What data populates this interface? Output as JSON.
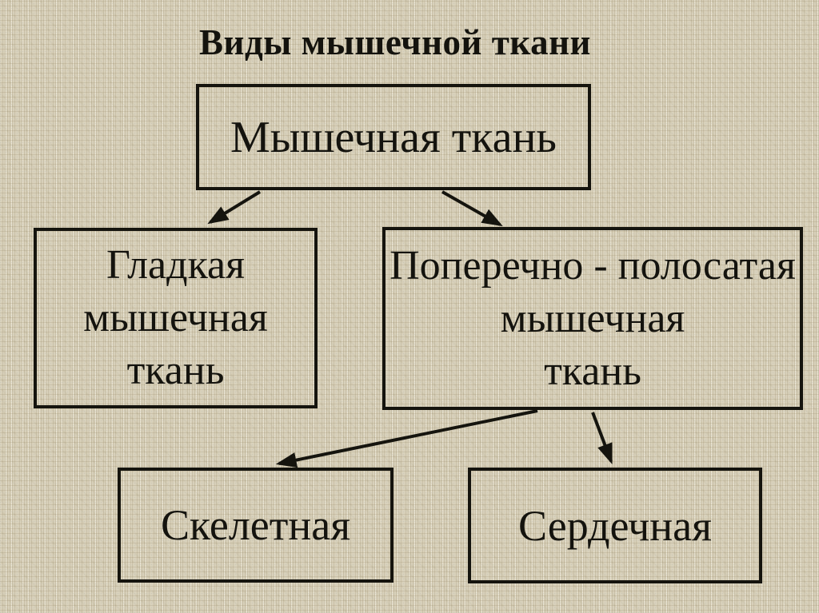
{
  "slide": {
    "title": "Виды мышечной ткани",
    "background_color": "#d8d0b9",
    "box_border_color": "#15140e",
    "text_color": "#14130e"
  },
  "diagram": {
    "nodes": {
      "root": {
        "label": "Мышечная ткань"
      },
      "smooth": {
        "lines": [
          "Гладкая",
          "мышечная",
          "ткань"
        ]
      },
      "striated": {
        "lines": [
          "Поперечно - полосатая",
          "мышечная",
          "ткань"
        ]
      },
      "skeletal": {
        "label": "Скелетная"
      },
      "cardiac": {
        "label": "Сердечная"
      }
    },
    "connections": [
      {
        "from": "Мышечная ткань",
        "to": "Гладкая мышечная ткань"
      },
      {
        "from": "Мышечная ткань",
        "to": "Поперечно - полосатая мышечная ткань"
      },
      {
        "from": "Поперечно - полосатая мышечная ткань",
        "to": "Скелетная"
      },
      {
        "from": "Поперечно - полосатая мышечная ткань",
        "to": "Сердечная"
      }
    ]
  }
}
